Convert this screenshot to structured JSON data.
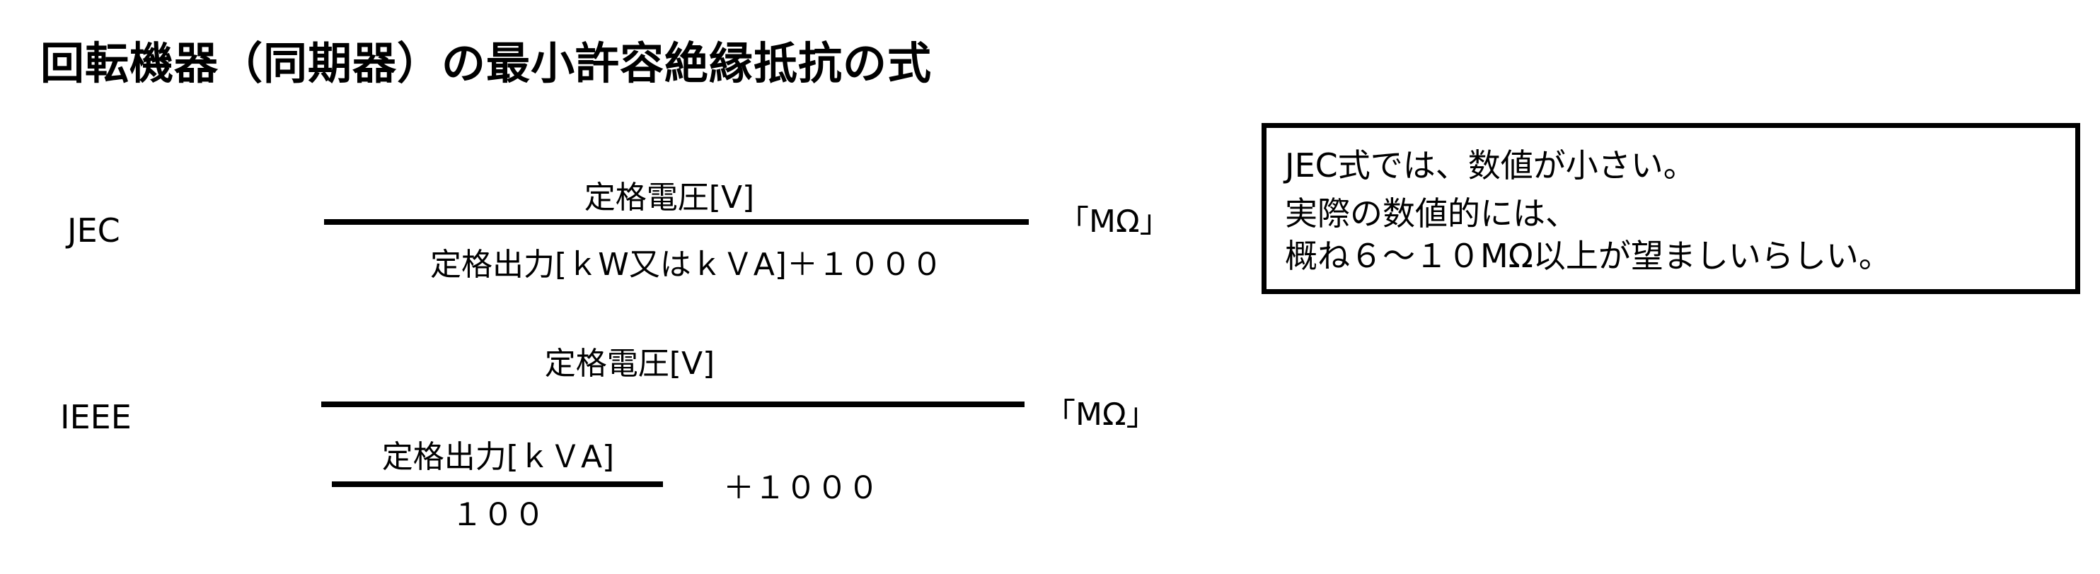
{
  "title": "回転機器（同期器）の最小許容絶縁抵抗の式",
  "jec": {
    "label": "JEC",
    "numerator": "定格電圧[V]",
    "denominator": "定格出力[ｋW又はｋＶA]＋１０００",
    "unit": "「MΩ」"
  },
  "ieee": {
    "label": "IEEE",
    "numerator": "定格電圧[V]",
    "inner_numerator": "定格出力[ｋＶA]",
    "inner_denominator": "１００",
    "plus_term": "＋１０００",
    "unit": "「MΩ」"
  },
  "note": {
    "lines": [
      "JEC式では、数値が小さい。",
      "実際の数値的には、",
      "概ね６～１０MΩ以上が望ましいらしい。"
    ]
  }
}
